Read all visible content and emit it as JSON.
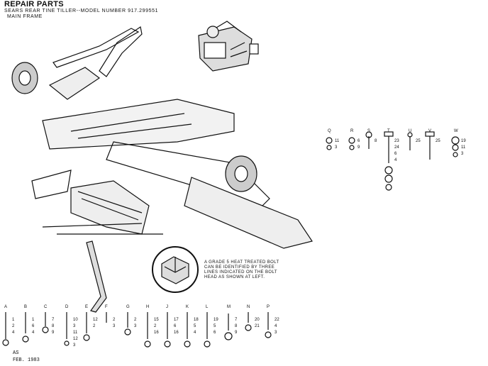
{
  "header": {
    "title": "REPAIR PARTS",
    "subtitle": "SEARS REAR TINE TILLER--MODEL NUMBER 917.299551",
    "section": "MAIN FRAME"
  },
  "note": "A GRADE 5 HEAT TREATED BOLT CAN BE IDENTIFIED BY THREE LINES INDICATED ON THE BOLT HEAD AS SHOWN AT LEFT.",
  "footer": {
    "code": "AS",
    "date": "FEB. 1983"
  },
  "bolt_row": [
    {
      "letter": "A",
      "nums": [
        "1",
        "2",
        "4"
      ]
    },
    {
      "letter": "B",
      "nums": [
        "1",
        "6",
        "4"
      ]
    },
    {
      "letter": "C",
      "nums": [
        "7",
        "8",
        "9"
      ]
    },
    {
      "letter": "D",
      "nums": [
        "10",
        "3",
        "11",
        "12",
        "3"
      ]
    },
    {
      "letter": "E",
      "nums": [
        "12",
        "2"
      ]
    },
    {
      "letter": "F",
      "nums": [
        "2",
        "3"
      ]
    },
    {
      "letter": "G",
      "nums": [
        "2",
        "3"
      ]
    },
    {
      "letter": "H",
      "nums": [
        "15",
        "2",
        "16"
      ]
    },
    {
      "letter": "J",
      "nums": [
        "17",
        "6",
        "16"
      ]
    },
    {
      "letter": "K",
      "nums": [
        "18",
        "5",
        "4"
      ]
    },
    {
      "letter": "L",
      "nums": [
        "19",
        "5",
        "6"
      ]
    },
    {
      "letter": "M",
      "nums": [
        "7",
        "8",
        "9"
      ]
    },
    {
      "letter": "N",
      "nums": [
        "20",
        "21"
      ]
    },
    {
      "letter": "P",
      "nums": [
        "22",
        "4",
        "3"
      ]
    }
  ],
  "right_row": [
    {
      "letter": "Q",
      "nums": [
        "11",
        "3"
      ]
    },
    {
      "letter": "R",
      "nums": [
        "6",
        "9"
      ]
    },
    {
      "letter": "S",
      "nums": [
        "8"
      ]
    },
    {
      "letter": "T",
      "nums": [
        "23",
        "24",
        "6",
        "4"
      ]
    },
    {
      "letter": "U",
      "nums": [
        "25"
      ]
    },
    {
      "letter": "V",
      "nums": [
        "25"
      ]
    },
    {
      "letter": "W",
      "nums": [
        "19",
        "11",
        "3"
      ]
    }
  ]
}
